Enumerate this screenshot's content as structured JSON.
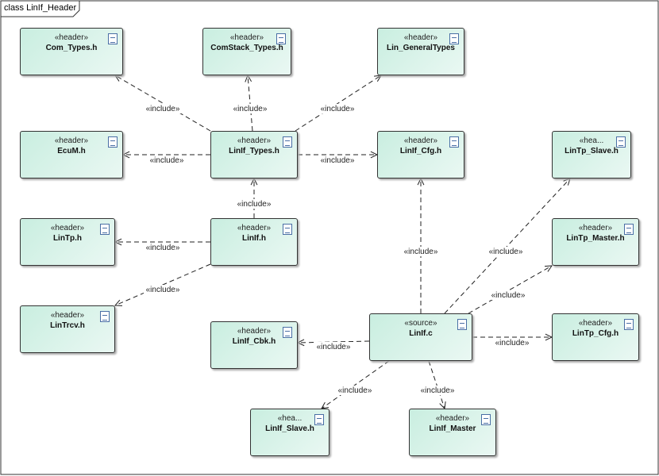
{
  "frame_title": "class LinIf_Header",
  "include_label": "«include»",
  "nodes": [
    {
      "id": "com",
      "stereotype": "«header»",
      "name": "Com_Types.h"
    },
    {
      "id": "comstack",
      "stereotype": "«header»",
      "name": "ComStack_Types.h"
    },
    {
      "id": "lingen",
      "stereotype": "«header»",
      "name": "Lin_GeneralTypes"
    },
    {
      "id": "ecum",
      "stereotype": "«header»",
      "name": "EcuM.h"
    },
    {
      "id": "linif_types",
      "stereotype": "«header»",
      "name": "LinIf_Types.h"
    },
    {
      "id": "linif_cfg",
      "stereotype": "«header»",
      "name": "LinIf_Cfg.h"
    },
    {
      "id": "lintp_slave",
      "stereotype": "«hea...",
      "name": "LinTp_Slave.h"
    },
    {
      "id": "lintp",
      "stereotype": "«header»",
      "name": "LinTp.h"
    },
    {
      "id": "linif_h",
      "stereotype": "«header»",
      "name": "LinIf.h"
    },
    {
      "id": "lintp_master",
      "stereotype": "«header»",
      "name": "LinTp_Master.h"
    },
    {
      "id": "lintrcv",
      "stereotype": "«header»",
      "name": "LinTrcv.h"
    },
    {
      "id": "linif_cbk",
      "stereotype": "«header»",
      "name": "LinIf_Cbk.h"
    },
    {
      "id": "linif_c",
      "stereotype": "«source»",
      "name": "LinIf.c"
    },
    {
      "id": "lintp_cfg",
      "stereotype": "«header»",
      "name": "LinTp_Cfg.h"
    },
    {
      "id": "linif_slave",
      "stereotype": "«hea...",
      "name": "LinIf_Slave.h"
    },
    {
      "id": "linif_master",
      "stereotype": "«header»",
      "name": "LinIf_Master"
    }
  ],
  "edges": [
    {
      "from": "linif_types",
      "to": "com"
    },
    {
      "from": "linif_types",
      "to": "comstack"
    },
    {
      "from": "linif_types",
      "to": "lingen"
    },
    {
      "from": "linif_types",
      "to": "ecum"
    },
    {
      "from": "linif_types",
      "to": "linif_cfg"
    },
    {
      "from": "linif_h",
      "to": "linif_types"
    },
    {
      "from": "linif_h",
      "to": "lintp"
    },
    {
      "from": "linif_h",
      "to": "lintrcv"
    },
    {
      "from": "linif_c",
      "to": "linif_cfg"
    },
    {
      "from": "linif_c",
      "to": "lintp_slave"
    },
    {
      "from": "linif_c",
      "to": "lintp_master"
    },
    {
      "from": "linif_c",
      "to": "linif_cbk"
    },
    {
      "from": "linif_c",
      "to": "lintp_cfg"
    },
    {
      "from": "linif_c",
      "to": "linif_slave"
    },
    {
      "from": "linif_c",
      "to": "linif_master"
    }
  ]
}
